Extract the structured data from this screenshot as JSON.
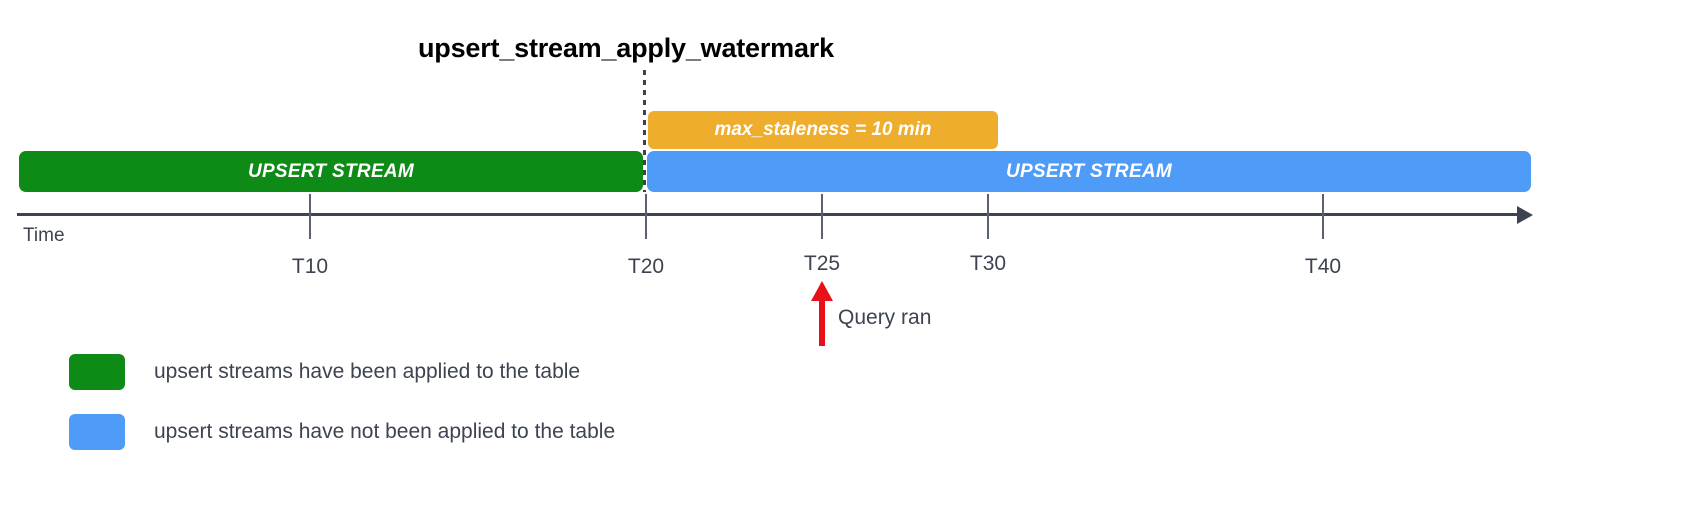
{
  "diagram": {
    "title": "upsert_stream_apply_watermark",
    "axis": {
      "name": "Time",
      "ticks": [
        {
          "label": "T10"
        },
        {
          "label": "T20"
        },
        {
          "label": "T25"
        },
        {
          "label": "T30"
        },
        {
          "label": "T40"
        }
      ]
    },
    "bars": [
      {
        "label": "UPSERT STREAM",
        "color": "#0e8a16",
        "state": "applied"
      },
      {
        "label": "UPSERT STREAM",
        "color": "#4e9cf7",
        "state": "not-applied"
      }
    ],
    "staleness": {
      "label": "max_staleness = 10 min",
      "color": "#eead2d"
    },
    "marker": {
      "label": "Query ran",
      "color": "#e8111a",
      "at": "T25"
    },
    "legend": [
      {
        "color": "#0e8a16",
        "text": "upsert streams have been applied to the table"
      },
      {
        "color": "#4e9cf7",
        "text": "upsert streams have not been applied to the table"
      }
    ]
  },
  "chart_data": {
    "type": "timeline",
    "title": "upsert_stream_apply_watermark",
    "xlabel": "Time",
    "tick_values": [
      "T10",
      "T20",
      "T25",
      "T30",
      "T40"
    ],
    "watermark_at": "T20",
    "spans": [
      {
        "name": "UPSERT STREAM (applied)",
        "from": "start",
        "to": "T20",
        "color": "#0e8a16"
      },
      {
        "name": "UPSERT STREAM (not applied)",
        "from": "T20",
        "to": "end",
        "color": "#4e9cf7"
      },
      {
        "name": "max_staleness = 10 min",
        "from": "T20",
        "to": "T30",
        "color": "#eead2d"
      }
    ],
    "annotations": [
      {
        "text": "Query ran",
        "at": "T25",
        "color": "#e8111a"
      }
    ]
  }
}
